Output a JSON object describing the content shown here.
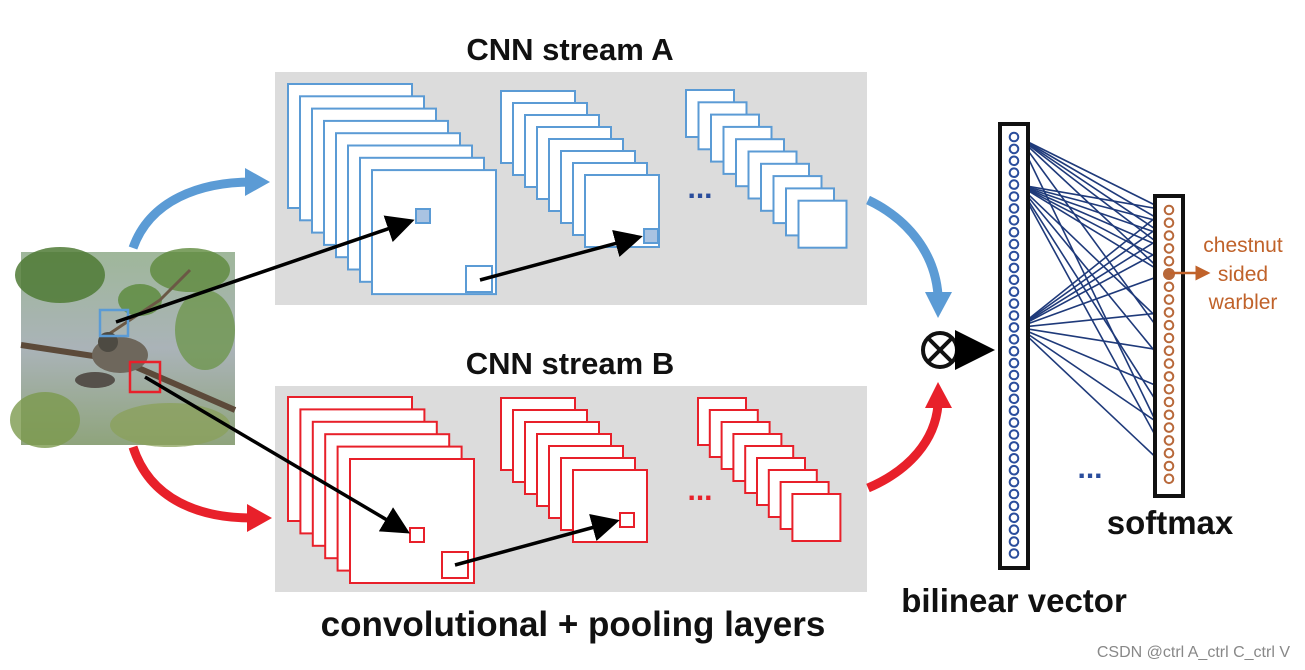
{
  "labels": {
    "stream_a": "CNN stream A",
    "stream_b": "CNN stream B",
    "layers_caption": "convolutional + pooling layers",
    "bilinear": "bilinear vector",
    "softmax": "softmax",
    "output_line1": "chestnut",
    "output_line2": "sided",
    "output_line3": "warbler",
    "ellipsis": "...",
    "watermark": "CSDN @ctrl A_ctrl C_ctrl V"
  },
  "colors": {
    "stream_a": "#5b9bd5",
    "stream_b": "#e8202a",
    "panel_bg": "#dcdcdc",
    "vector_nodes": "#2a4d9c",
    "softmax_nodes": "#b8683a",
    "edges": "#1f3a7a"
  }
}
